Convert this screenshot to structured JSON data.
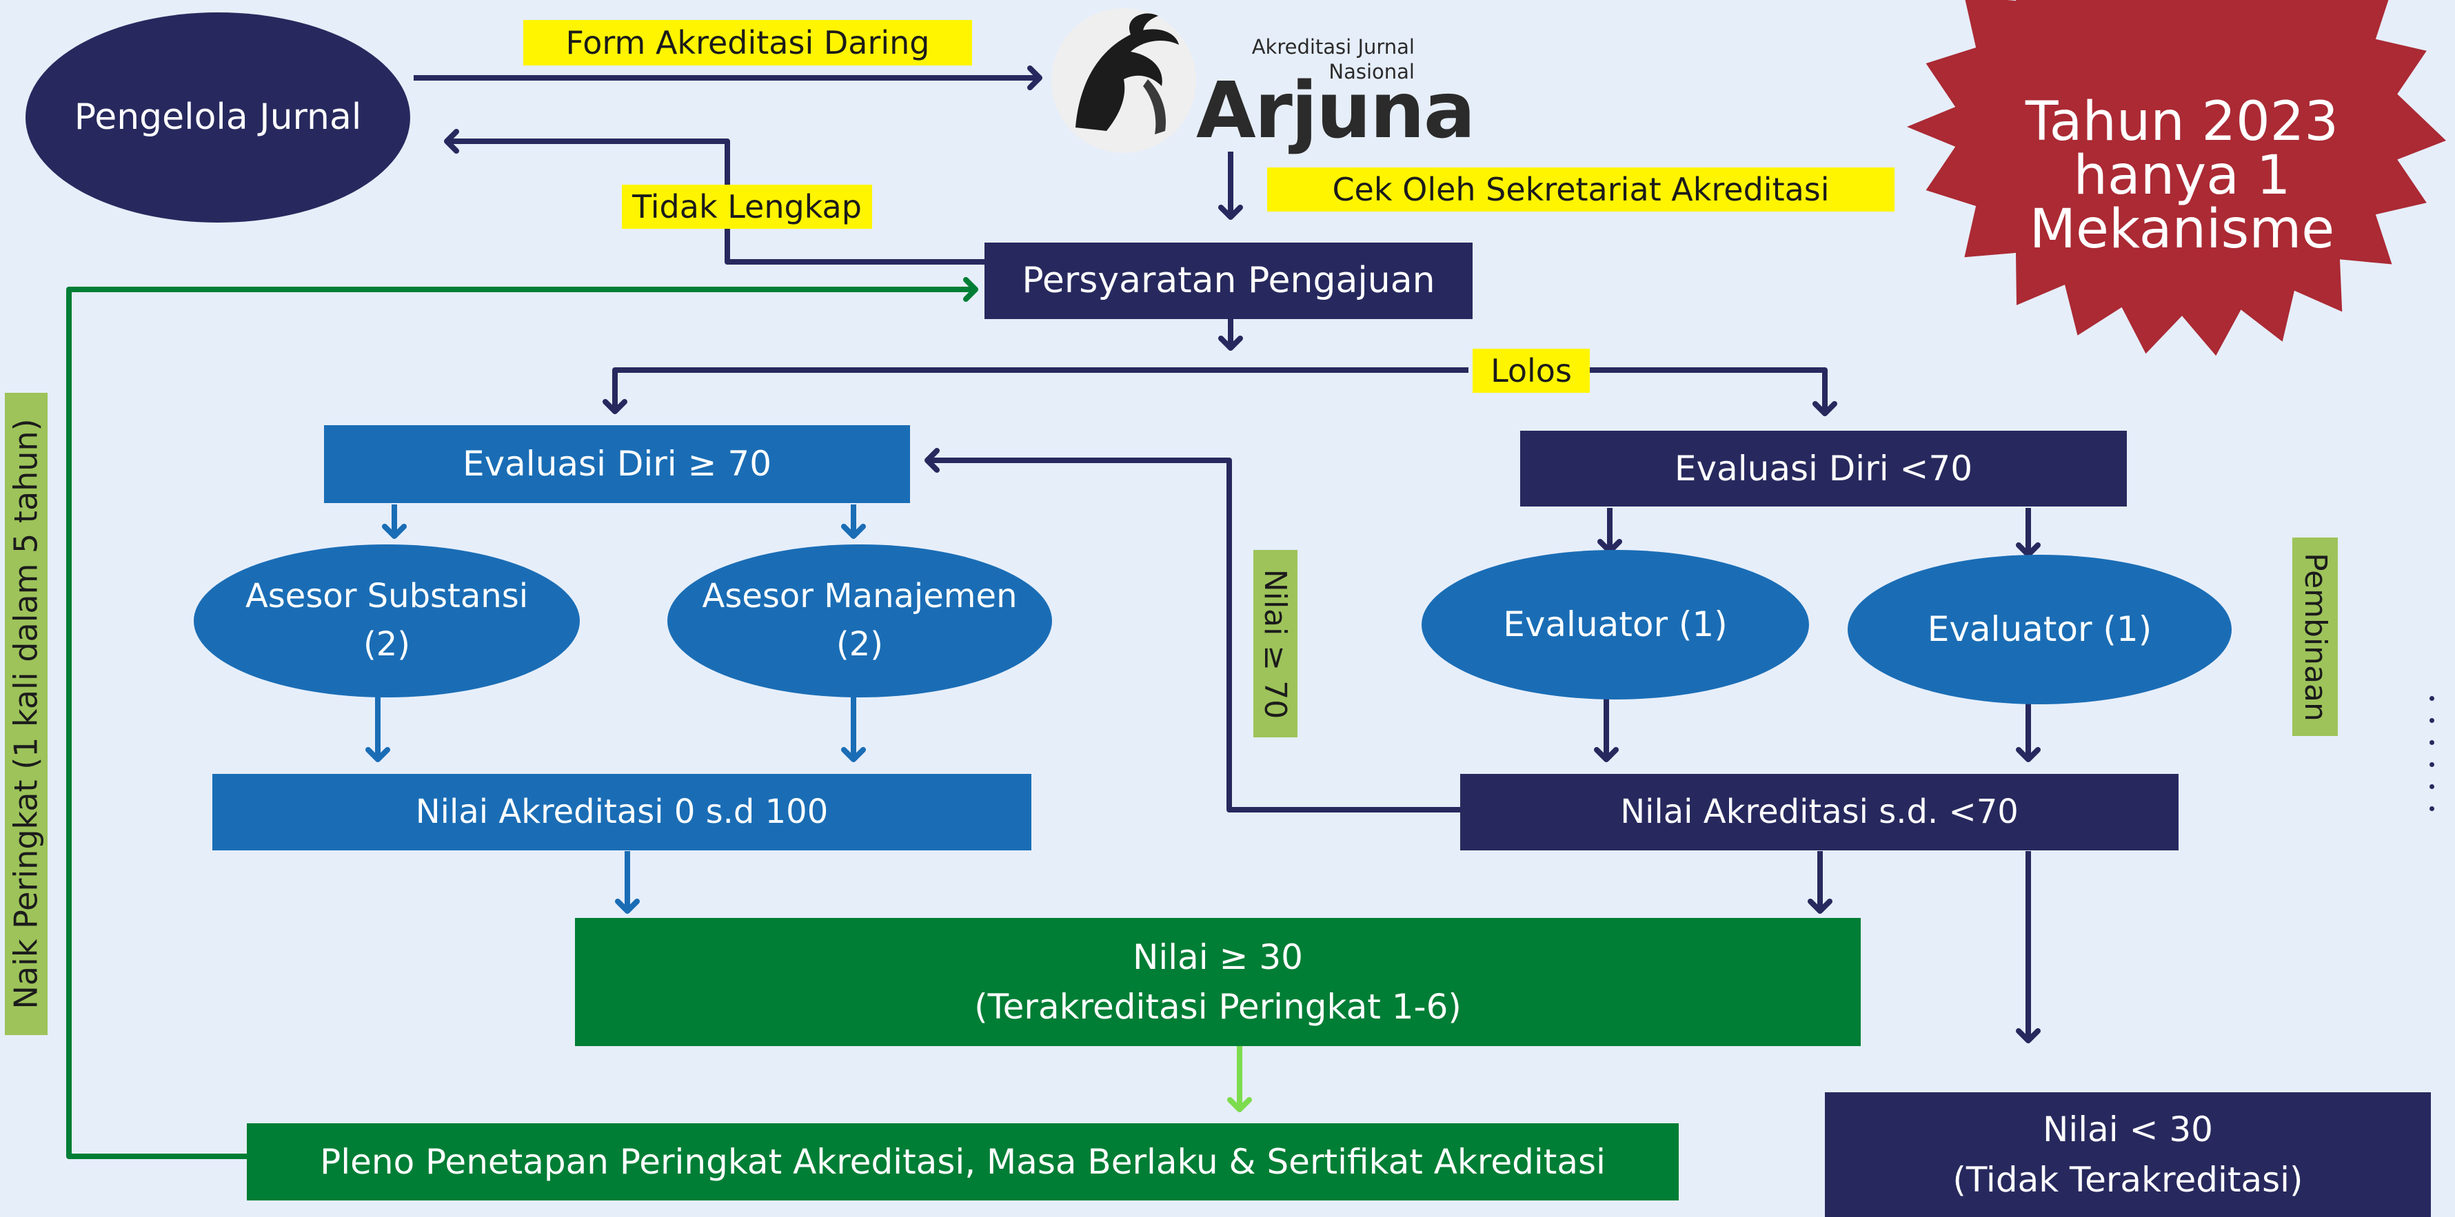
{
  "colors": {
    "navy": "#27295e",
    "blue": "#1a6db5",
    "green": "#007e35",
    "highlight_yellow": "#fff500",
    "label_green": "#9dc35a",
    "badge_red": "#ab2a34",
    "background": "#e6eefa"
  },
  "logo": {
    "caption_line1": "Akreditasi Jurnal",
    "caption_line2": "Nasional",
    "wordmark": "Arjuna",
    "icon": "wayang-figure-icon"
  },
  "badge": {
    "text": "Tahun 2023\nhanya 1\nMekanisme"
  },
  "nodes": {
    "pengelola_jurnal": "Pengelola Jurnal",
    "persyaratan": "Persyaratan Pengajuan",
    "eval_high": "Evaluasi Diri ≥ 70",
    "eval_low": "Evaluasi Diri <70",
    "asesor_substansi": "Asesor Substansi\n(2)",
    "asesor_manajemen": "Asesor Manajemen\n(2)",
    "evaluator_1": "Evaluator (1)",
    "evaluator_2": "Evaluator (1)",
    "nilai_akreditasi_full": "Nilai Akreditasi 0 s.d 100",
    "nilai_akreditasi_low": "Nilai Akreditasi  s.d. <70",
    "terakreditasi": "Nilai ≥ 30\n(Terakreditasi Peringkat 1-6)",
    "tidak_terakreditasi": "Nilai < 30\n(Tidak Terakreditasi)",
    "pleno": "Pleno Penetapan Peringkat Akreditasi, Masa Berlaku & Sertifikat Akreditasi"
  },
  "labels": {
    "form_daring": "Form Akreditasi Daring",
    "tidak_lengkap": "Tidak Lengkap",
    "cek_sekretariat": "Cek Oleh Sekretariat Akreditasi",
    "lolos": "Lolos",
    "nilai_70": "Nilai ≥ 70",
    "pembinaan": "Pembinaan",
    "naik_peringkat": "Naik Peringkat (1 kali dalam 5 tahun)"
  }
}
